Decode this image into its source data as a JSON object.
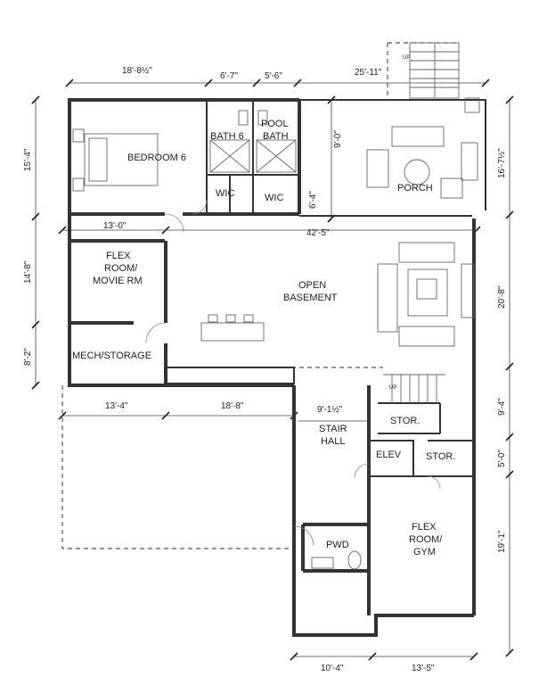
{
  "rooms": {
    "bedroom6": "BEDROOM 6",
    "bath6": "BATH 6",
    "poolbath_1": "POOL",
    "poolbath_2": "BATH",
    "wic": "WIC",
    "porch": "PORCH",
    "flex_movie_1": "FLEX",
    "flex_movie_2": "ROOM/",
    "flex_movie_3": "MOVIE RM",
    "open_basement_1": "OPEN",
    "open_basement_2": "BASEMENT",
    "mech_storage": "MECH/STORAGE",
    "stair_hall_1": "STAIR",
    "stair_hall_2": "HALL",
    "stor": "STOR.",
    "elev": "ELEV",
    "pwd": "PWD",
    "flex_gym_1": "FLEX",
    "flex_gym_2": "ROOM/",
    "flex_gym_3": "GYM"
  },
  "stair_labels": {
    "up": "UP"
  },
  "dimensions": {
    "top_bedroom_width": "18'-8½\"",
    "top_bath_width": "6'-7\"",
    "top_poolbath_width": "5'-6\"",
    "top_porch_width": "25'-11\"",
    "left_bedroom_height": "15'-4\"",
    "left_flex_height": "14'-8\"",
    "left_mech_height": "8'-2\"",
    "right_porch_height": "16'-7½\"",
    "right_basement_height": "20'-8\"",
    "right_stair_height": "9'-4\"",
    "right_stor_height": "5'-0\"",
    "right_gym_height": "19'-1\"",
    "porch_depth": "9'-0\"",
    "wic_width": "6'-4\"",
    "flex_width": "13'-0\"",
    "basement_width": "42'-5\"",
    "lower_left_width": "13'-4\"",
    "lower_mid_width": "18'-8\"",
    "stair_hall_width": "9'-1½\"",
    "bottom_pwd_width": "10'-4\"",
    "bottom_gym_width": "13'-5\""
  }
}
